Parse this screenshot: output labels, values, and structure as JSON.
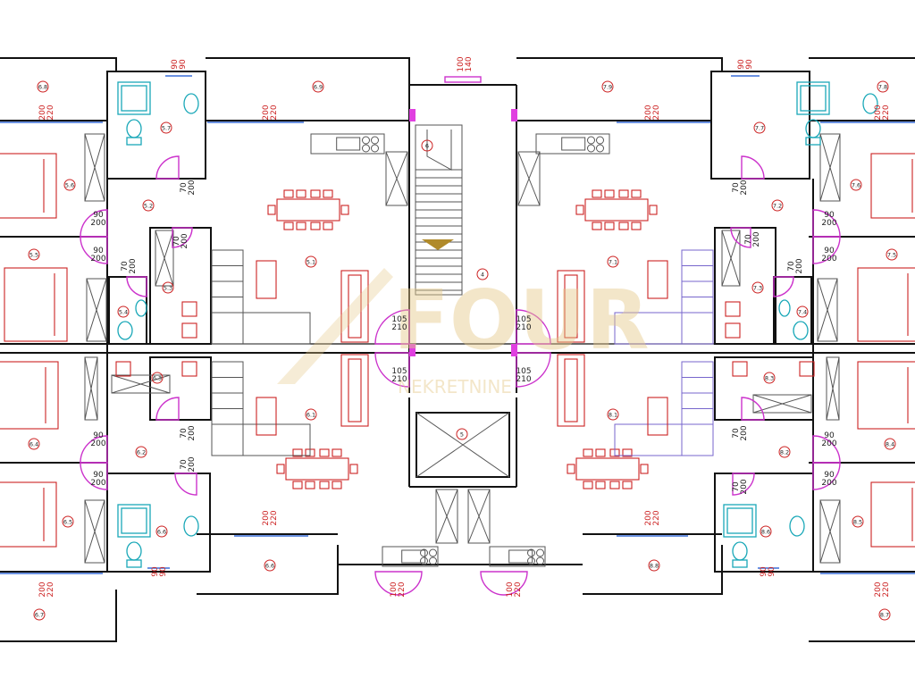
{
  "watermark": {
    "main": "FOUR",
    "sub": "NEKRETNINE"
  },
  "rooms": [
    {
      "id": "r-68",
      "label": "6.8"
    },
    {
      "id": "r-69",
      "label": "6.9"
    },
    {
      "id": "r-57",
      "label": "5.7"
    },
    {
      "id": "r-56",
      "label": "5.6"
    },
    {
      "id": "r-52",
      "label": "5.2"
    },
    {
      "id": "r-51",
      "label": "5.1"
    },
    {
      "id": "r-55",
      "label": "5.5"
    },
    {
      "id": "r-53",
      "label": "5.3"
    },
    {
      "id": "r-54",
      "label": "5.4"
    },
    {
      "id": "r-6",
      "label": "6"
    },
    {
      "id": "r-4",
      "label": "4"
    },
    {
      "id": "r-79",
      "label": "7.9"
    },
    {
      "id": "r-78",
      "label": "7.8"
    },
    {
      "id": "r-77",
      "label": "7.7"
    },
    {
      "id": "r-76",
      "label": "7.6"
    },
    {
      "id": "r-72",
      "label": "7.2"
    },
    {
      "id": "r-71",
      "label": "7.1"
    },
    {
      "id": "r-75",
      "label": "7.5"
    },
    {
      "id": "r-73",
      "label": "7.3"
    },
    {
      "id": "r-74",
      "label": "7.4"
    },
    {
      "id": "r-63",
      "label": "6.3"
    },
    {
      "id": "r-61",
      "label": "6.1"
    },
    {
      "id": "r-64",
      "label": "6.4"
    },
    {
      "id": "r-62",
      "label": "6.2"
    },
    {
      "id": "r-65",
      "label": "6.5"
    },
    {
      "id": "r-66",
      "label": "6.6"
    },
    {
      "id": "r-67",
      "label": "6.7"
    },
    {
      "id": "r-5",
      "label": "5"
    },
    {
      "id": "r-66b",
      "label": "6.6"
    },
    {
      "id": "r-81",
      "label": "8.1"
    },
    {
      "id": "r-83",
      "label": "8.3"
    },
    {
      "id": "r-82",
      "label": "8.2"
    },
    {
      "id": "r-84",
      "label": "8.4"
    },
    {
      "id": "r-85",
      "label": "8.5"
    },
    {
      "id": "r-86",
      "label": "8.6"
    },
    {
      "id": "r-88",
      "label": "8.8"
    },
    {
      "id": "r-87",
      "label": "8.7"
    }
  ],
  "dimensions": {
    "d90_200": "90\n200",
    "d70_200": "70\n200",
    "d105_210": "105\n210",
    "d200_220": "200\n220",
    "d90_90": "90\n90",
    "d100_140": "100\n140",
    "d100_220": "100\n220"
  },
  "colors": {
    "walls": "#111111",
    "furniture": "#cc2222",
    "sanitary": "#1aa8b8",
    "doors": "#cc33cc",
    "windows": "#3a6ed8"
  }
}
